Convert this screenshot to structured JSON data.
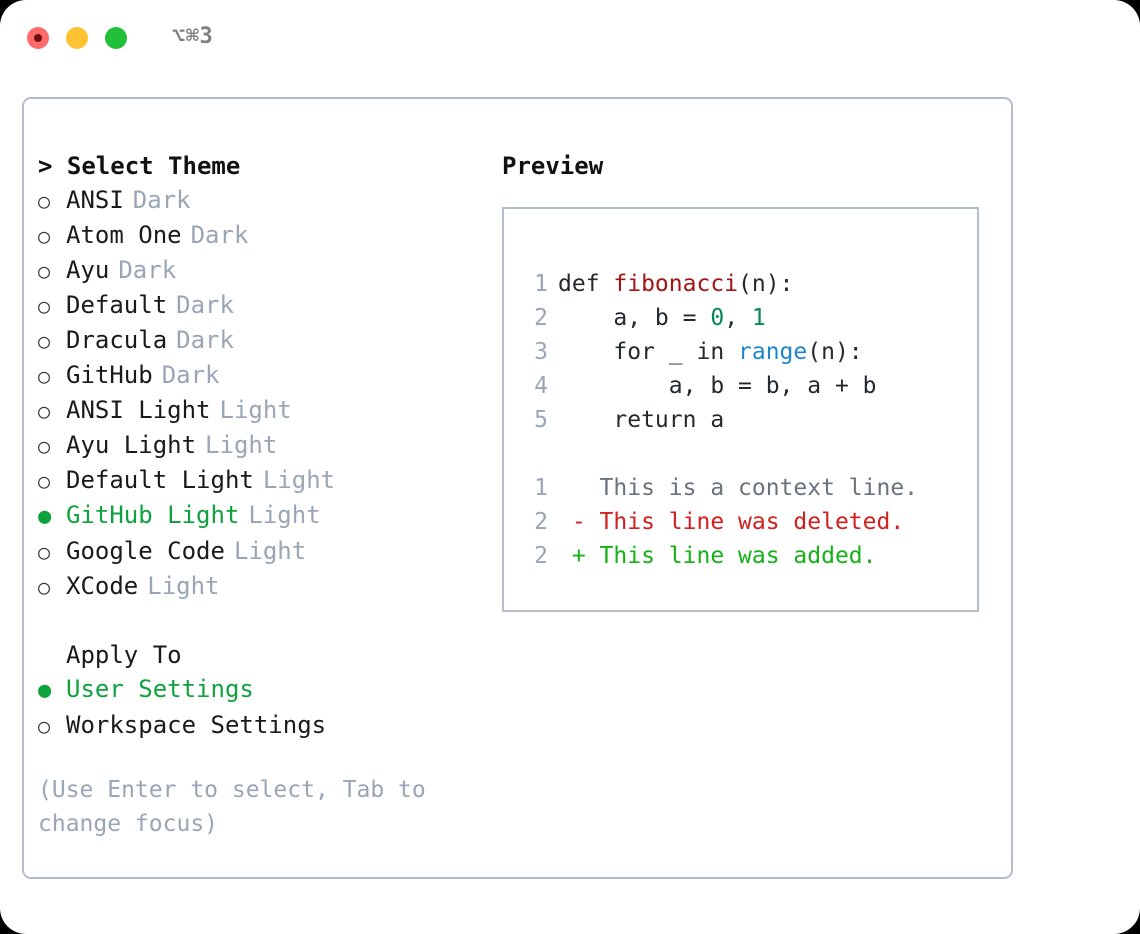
{
  "window": {
    "shortcut": "⌥⌘3",
    "traffic_lights": [
      {
        "name": "close",
        "color": "#ff6b6b"
      },
      {
        "name": "minimize",
        "color": "#ffc233"
      },
      {
        "name": "zoom",
        "color": "#22c03a"
      }
    ]
  },
  "theme_picker": {
    "heading": "> Select Theme",
    "selected_theme": "GitHub Light",
    "bullet_on": "●",
    "bullet_off": "○",
    "items": [
      {
        "label": "ANSI",
        "variant": "Dark",
        "selected": false
      },
      {
        "label": "Atom One",
        "variant": "Dark",
        "selected": false
      },
      {
        "label": "Ayu",
        "variant": "Dark",
        "selected": false
      },
      {
        "label": "Default",
        "variant": "Dark",
        "selected": false
      },
      {
        "label": "Dracula",
        "variant": "Dark",
        "selected": false
      },
      {
        "label": "GitHub",
        "variant": "Dark",
        "selected": false
      },
      {
        "label": "ANSI Light",
        "variant": "Light",
        "selected": false
      },
      {
        "label": "Ayu Light",
        "variant": "Light",
        "selected": false
      },
      {
        "label": "Default Light",
        "variant": "Light",
        "selected": false
      },
      {
        "label": "GitHub Light",
        "variant": "Light",
        "selected": true
      },
      {
        "label": "Google Code",
        "variant": "Light",
        "selected": false
      },
      {
        "label": "XCode",
        "variant": "Light",
        "selected": false
      }
    ]
  },
  "apply_to": {
    "heading": "Apply To",
    "selected_option": "User Settings",
    "options": [
      {
        "label": "User Settings",
        "selected": true
      },
      {
        "label": "Workspace Settings",
        "selected": false
      }
    ]
  },
  "hint": "(Use Enter to select, Tab to change focus)",
  "preview": {
    "heading": "Preview",
    "code_lines": [
      {
        "number": "1",
        "tokens": [
          {
            "text": "def ",
            "style": "plain"
          },
          {
            "text": "fibonacci",
            "style": "fn"
          },
          {
            "text": "(n):",
            "style": "plain"
          }
        ]
      },
      {
        "number": "2",
        "tokens": [
          {
            "text": "    a, b = ",
            "style": "plain"
          },
          {
            "text": "0",
            "style": "num"
          },
          {
            "text": ", ",
            "style": "plain"
          },
          {
            "text": "1",
            "style": "num"
          }
        ]
      },
      {
        "number": "3",
        "tokens": [
          {
            "text": "    for _ in ",
            "style": "plain"
          },
          {
            "text": "range",
            "style": "kwfn"
          },
          {
            "text": "(n):",
            "style": "plain"
          }
        ]
      },
      {
        "number": "4",
        "tokens": [
          {
            "text": "        a, b = b, a + b",
            "style": "plain"
          }
        ]
      },
      {
        "number": "5",
        "tokens": [
          {
            "text": "    return a",
            "style": "plain"
          }
        ]
      }
    ],
    "diff_lines": [
      {
        "number": "1",
        "marker": "  ",
        "text": "This is a context line.",
        "kind": "ctx"
      },
      {
        "number": "2",
        "marker": "- ",
        "text": "This line was deleted.",
        "kind": "del"
      },
      {
        "number": "2",
        "marker": "+ ",
        "text": "This line was added.",
        "kind": "add"
      }
    ]
  },
  "colors": {
    "accent_green": "#10a23f",
    "muted": "#9aa6b5",
    "border": "#b3bdcb",
    "diff_add": "#16b116",
    "diff_del": "#d1201f",
    "token_fn": "#a31515",
    "token_num": "#098658",
    "token_kwfn": "#1e86c9"
  }
}
